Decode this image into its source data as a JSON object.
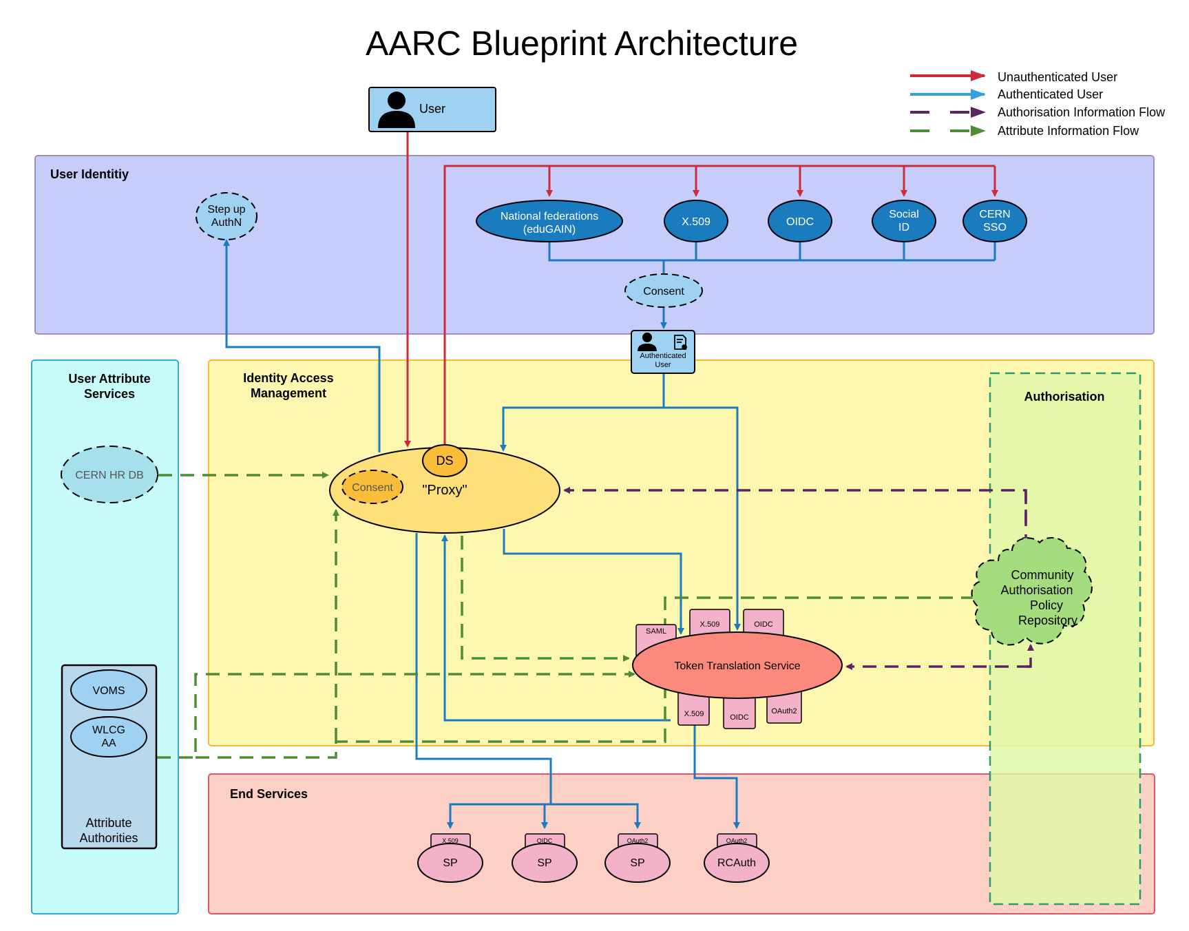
{
  "title": "AARC Blueprint Architecture",
  "colors": {
    "unauthenticated": "#cc2b3a",
    "authenticated": "#1a7bbf",
    "authorisation_flow": "#5b2360",
    "attribute_flow": "#4e8c35",
    "user_identity_bg": "#c7cdfb",
    "iam_bg": "#fdf7b0",
    "attr_services_bg": "#c6fbfa",
    "authorisation_bg": "#e0f8a8",
    "end_services_bg": "#fcd0c5"
  },
  "legend": {
    "unauthenticated": "Unauthenticated User",
    "authenticated": "Authenticated User",
    "authorisation": "Authorisation Information Flow",
    "attribute": "Attribute Information Flow"
  },
  "user": {
    "label": "User",
    "icon": "user-icon"
  },
  "regions": {
    "user_identity": "User Identitiy",
    "attr_services_line1": "User Attribute",
    "attr_services_line2": "Services",
    "iam_line1": "Identity Access",
    "iam_line2": "Management",
    "authorisation": "Authorisation",
    "end_services": "End Services"
  },
  "identity_providers": {
    "national_line1": "National federations",
    "national_line2": "(eduGAIN)",
    "x509": "X.509",
    "oidc": "OIDC",
    "social_line1": "Social",
    "social_line2": "ID",
    "cern_line1": "CERN",
    "cern_line2": "SSO"
  },
  "step_up": {
    "line1": "Step up",
    "line2": "AuthN"
  },
  "consent_top": "Consent",
  "authenticated_user": {
    "line1": "Authenticated",
    "line2": "User"
  },
  "proxy": {
    "label": "\"Proxy\"",
    "ds": "DS",
    "consent": "Consent"
  },
  "cern_hr_db": "CERN HR DB",
  "attribute_authorities": {
    "voms": "VOMS",
    "wlcg_line1": "WLCG",
    "wlcg_line2": "AA",
    "label_line1": "Attribute",
    "label_line2": "Authorities"
  },
  "tts": {
    "label": "Token Translation Service",
    "top_tabs": [
      "SAML",
      "X.509",
      "OIDC"
    ],
    "bottom_tabs": [
      "X.509",
      "OIDC",
      "OAuth2"
    ]
  },
  "community_repo": {
    "line1": "Community",
    "line2": "Authorisation",
    "line3": "Policy",
    "line4": "Repository"
  },
  "end_services": [
    {
      "label": "SP",
      "tab": "X.509"
    },
    {
      "label": "SP",
      "tab": "OIDC"
    },
    {
      "label": "SP",
      "tab": "OAuth2"
    },
    {
      "label": "RCAuth",
      "tab": "OAuth2"
    }
  ]
}
